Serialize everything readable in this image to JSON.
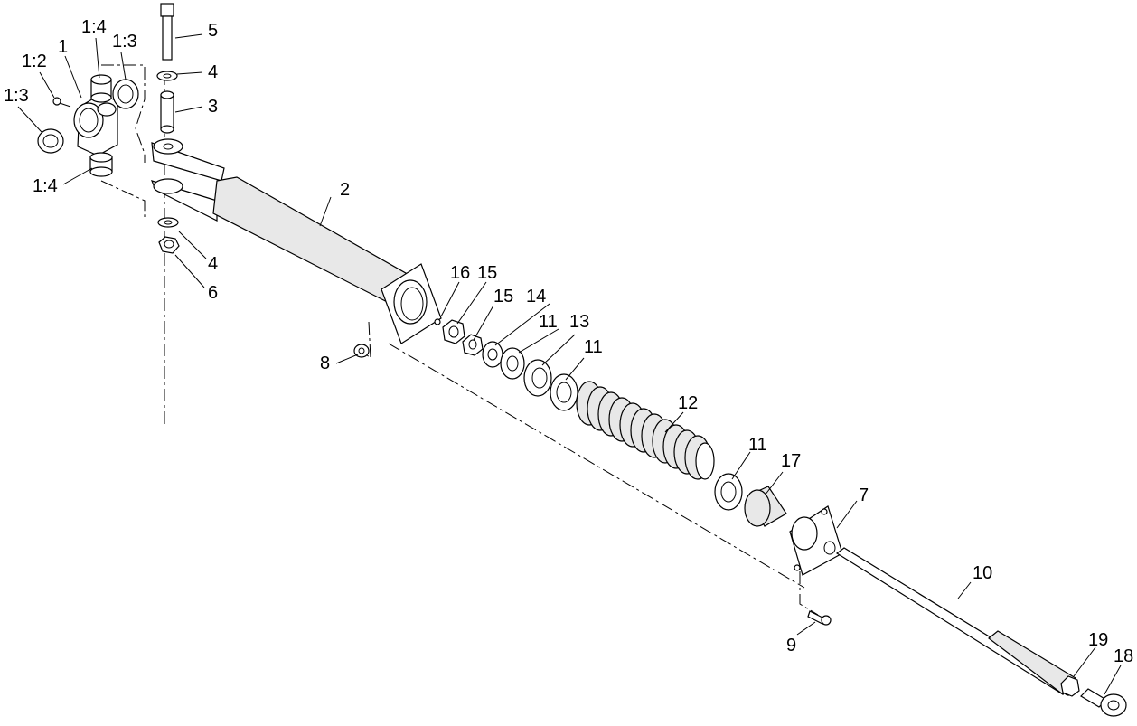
{
  "callouts": [
    {
      "id": "c-1-4-top",
      "text": "1:4"
    },
    {
      "id": "c-1-top",
      "text": "1"
    },
    {
      "id": "c-1-3-top",
      "text": "1:3"
    },
    {
      "id": "c-1-2",
      "text": "1:2"
    },
    {
      "id": "c-1-3-left",
      "text": "1:3"
    },
    {
      "id": "c-1-4-bottom",
      "text": "1:4"
    },
    {
      "id": "c-5",
      "text": "5"
    },
    {
      "id": "c-4-top",
      "text": "4"
    },
    {
      "id": "c-3",
      "text": "3"
    },
    {
      "id": "c-2",
      "text": "2"
    },
    {
      "id": "c-4-bottom",
      "text": "4"
    },
    {
      "id": "c-6",
      "text": "6"
    },
    {
      "id": "c-8",
      "text": "8"
    },
    {
      "id": "c-16",
      "text": "16"
    },
    {
      "id": "c-15-a",
      "text": "15"
    },
    {
      "id": "c-15-b",
      "text": "15"
    },
    {
      "id": "c-14",
      "text": "14"
    },
    {
      "id": "c-11-a",
      "text": "11"
    },
    {
      "id": "c-13",
      "text": "13"
    },
    {
      "id": "c-11-b",
      "text": "11"
    },
    {
      "id": "c-12",
      "text": "12"
    },
    {
      "id": "c-11-c",
      "text": "11"
    },
    {
      "id": "c-17",
      "text": "17"
    },
    {
      "id": "c-7",
      "text": "7"
    },
    {
      "id": "c-10",
      "text": "10"
    },
    {
      "id": "c-9",
      "text": "9"
    },
    {
      "id": "c-19",
      "text": "19"
    },
    {
      "id": "c-18",
      "text": "18"
    }
  ]
}
